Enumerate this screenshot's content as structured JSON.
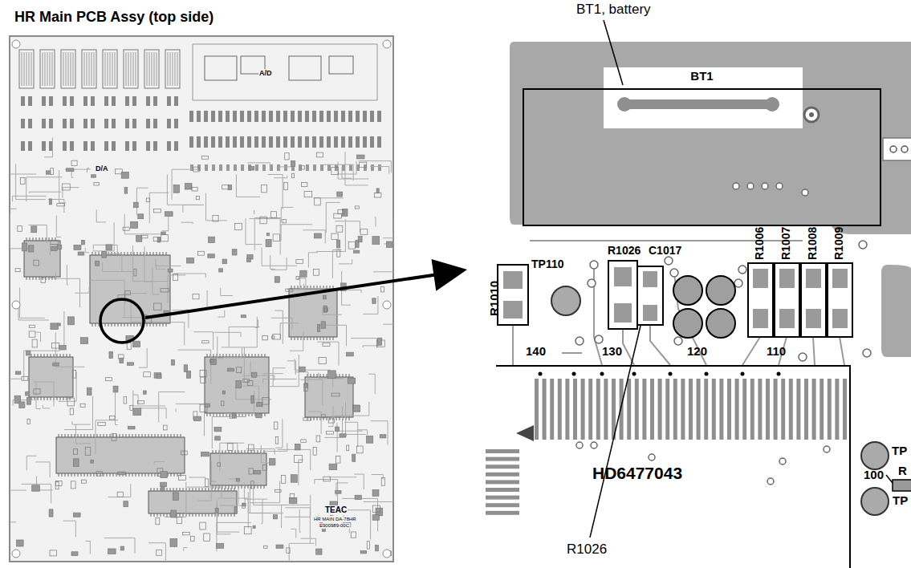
{
  "diagram": {
    "title": "HR Main PCB Assy (top side)",
    "nodes": [
      {
        "text": [
          "BT1"
        ]
      },
      {
        "text": [
          "HD6477043"
        ]
      }
    ],
    "labels": [
      "BT1, battery",
      "R1026",
      "R1026",
      "C1017",
      "TP110",
      "R1010",
      "R1006",
      "R1007",
      "R1008",
      "R1009",
      "140",
      "130",
      "120",
      "110",
      "100",
      "TP",
      "R",
      "TP",
      "D/A",
      "A/D",
      "TEAC",
      "HR MAIN DA-78HR",
      "E900989-00C"
    ]
  }
}
